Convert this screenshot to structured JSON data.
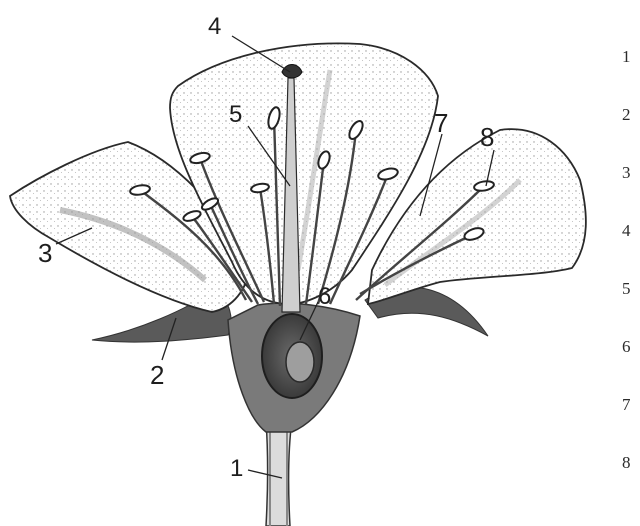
{
  "callouts": [
    "1",
    "2",
    "3",
    "4",
    "5",
    "6",
    "7",
    "8"
  ],
  "legend": [
    "1",
    "2",
    "3",
    "4",
    "5",
    "6",
    "7",
    "8"
  ],
  "colors": {
    "ink": "#2b2b2b",
    "shade": "#8c8c8c",
    "paper": "#ffffff"
  }
}
